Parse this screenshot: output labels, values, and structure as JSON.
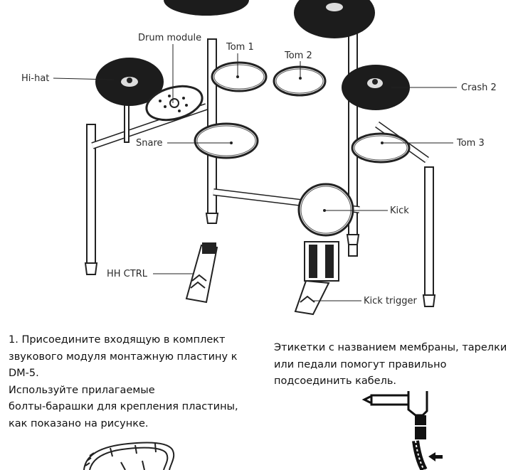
{
  "diagram": {
    "title": "Drum kit assembly diagram",
    "labels": {
      "drum_module": "Drum module",
      "tom1": "Tom 1",
      "tom2": "Tom 2",
      "hihat": "Hi-hat",
      "crash2": "Crash 2",
      "snare": "Snare",
      "tom3": "Tom 3",
      "kick": "Kick",
      "hh_ctrl": "HH CTRL",
      "kick_trigger": "Kick trigger"
    }
  },
  "instructions": {
    "step1": {
      "lines": [
        "1. Присоедините входящую в комплект",
        "звукового модуля монтажную пластину к",
        "DM-5.",
        "Используйте прилагаемые",
        "болты-барашки для крепления пластины,",
        "как показано на рисунке."
      ]
    },
    "cable_note": {
      "lines": [
        "Этикетки с названием мембраны, тарелки",
        "или педали помогут правильно",
        "подсоединить кабель."
      ]
    }
  },
  "colors": {
    "ink": "#1a1a1a",
    "cymbal": "#1c1c1c",
    "background": "#ffffff"
  }
}
